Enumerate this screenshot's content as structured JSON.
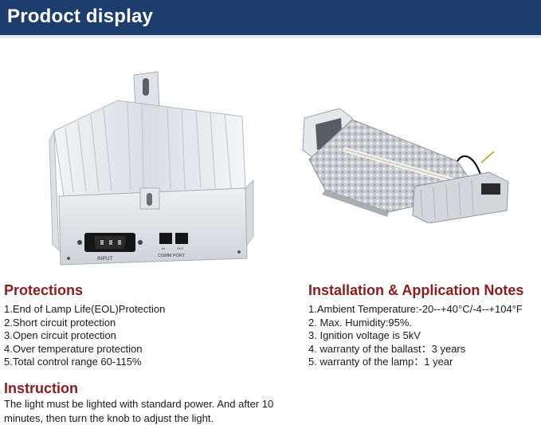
{
  "banner": {
    "title": "Prodoct display"
  },
  "ballast": {
    "input_label": "INPUT",
    "port_label": "COMM PORT",
    "in_label": "IN",
    "out_label": "OUT"
  },
  "protections": {
    "title": "Protections",
    "items": [
      "1.End of Lamp Life(EOL)Protection",
      "2.Short circuit protection",
      "3.Open circuit protection",
      "4.Over temperature  protection",
      "5.Total control range 60-115%"
    ]
  },
  "installation": {
    "title": "Installation & Application Notes",
    "items": [
      "1.Ambient Temperature:-20--+40°C/-4--+104°F",
      "2. Max. Humidity:95%.",
      "3. Ignition voltage is 5kV",
      "4. warranty of the ballast：3 years",
      "5. warranty of the lamp：1 year"
    ]
  },
  "instruction": {
    "title": "Instruction",
    "text": "The light must be lighted with standard power. And after 10 minutes, then turn the knob to adjust the light."
  },
  "colors": {
    "banner": "#1d3d6e",
    "heading": "#8e1b1b",
    "text": "#1a1a1a"
  }
}
